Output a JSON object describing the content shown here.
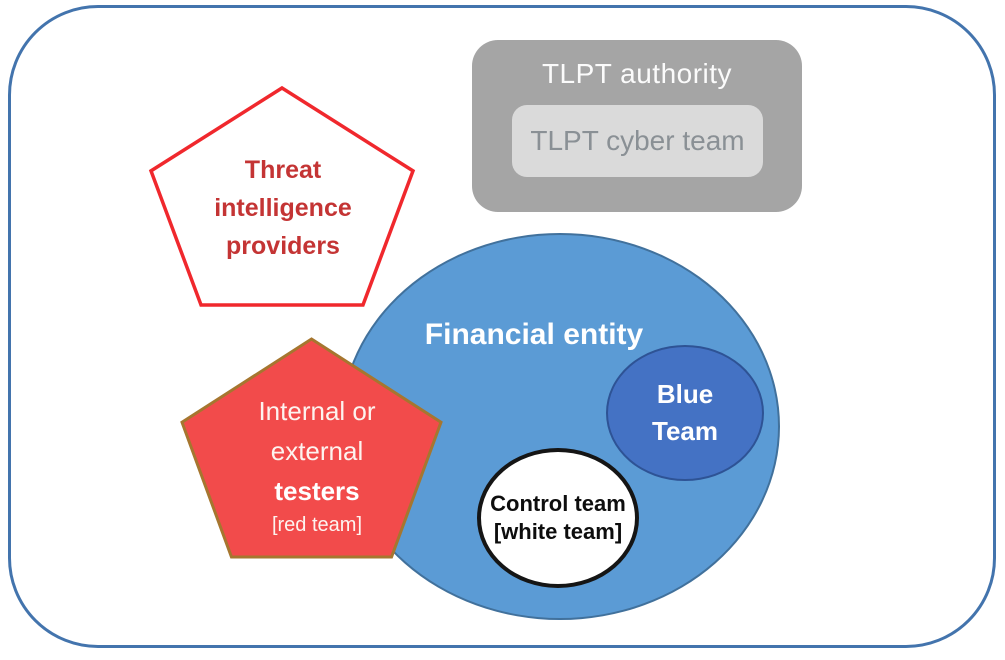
{
  "diagram": {
    "title_context": "TLPT roles diagram",
    "tlpt_authority": {
      "title": "TLPT authority",
      "cyber_team": "TLPT cyber team"
    },
    "threat_intel_pentagon": {
      "line1": "Threat",
      "line2": "intelligence",
      "line3": "providers"
    },
    "testers_pentagon": {
      "line1": "Internal or",
      "line2": "external",
      "line3": "testers",
      "line4": "[red team]"
    },
    "financial_entity": {
      "line1": "Financial",
      "line2": "entity"
    },
    "blue_team": {
      "line1": "Blue",
      "line2": "Team"
    },
    "control_team": {
      "line1": "Control team",
      "line2": "[white team]"
    }
  },
  "colors": {
    "outer_frame_border": "#4374ad",
    "authority_box_fill": "#a5a5a5",
    "authority_inner_fill": "#dadada",
    "authority_inner_text": "#8a9095",
    "financial_ellipse_fill": "#5b9bd5",
    "financial_ellipse_border": "#41719c",
    "blue_team_fill": "#4472c4",
    "blue_team_border": "#2e5395",
    "control_team_fill": "#ffffff",
    "control_team_border": "#151515",
    "threat_pentagon_stroke": "#f0282d",
    "threat_pentagon_text": "#c43434",
    "testers_pentagon_fill": "#f24b4b",
    "testers_pentagon_border": "#a6762f"
  }
}
